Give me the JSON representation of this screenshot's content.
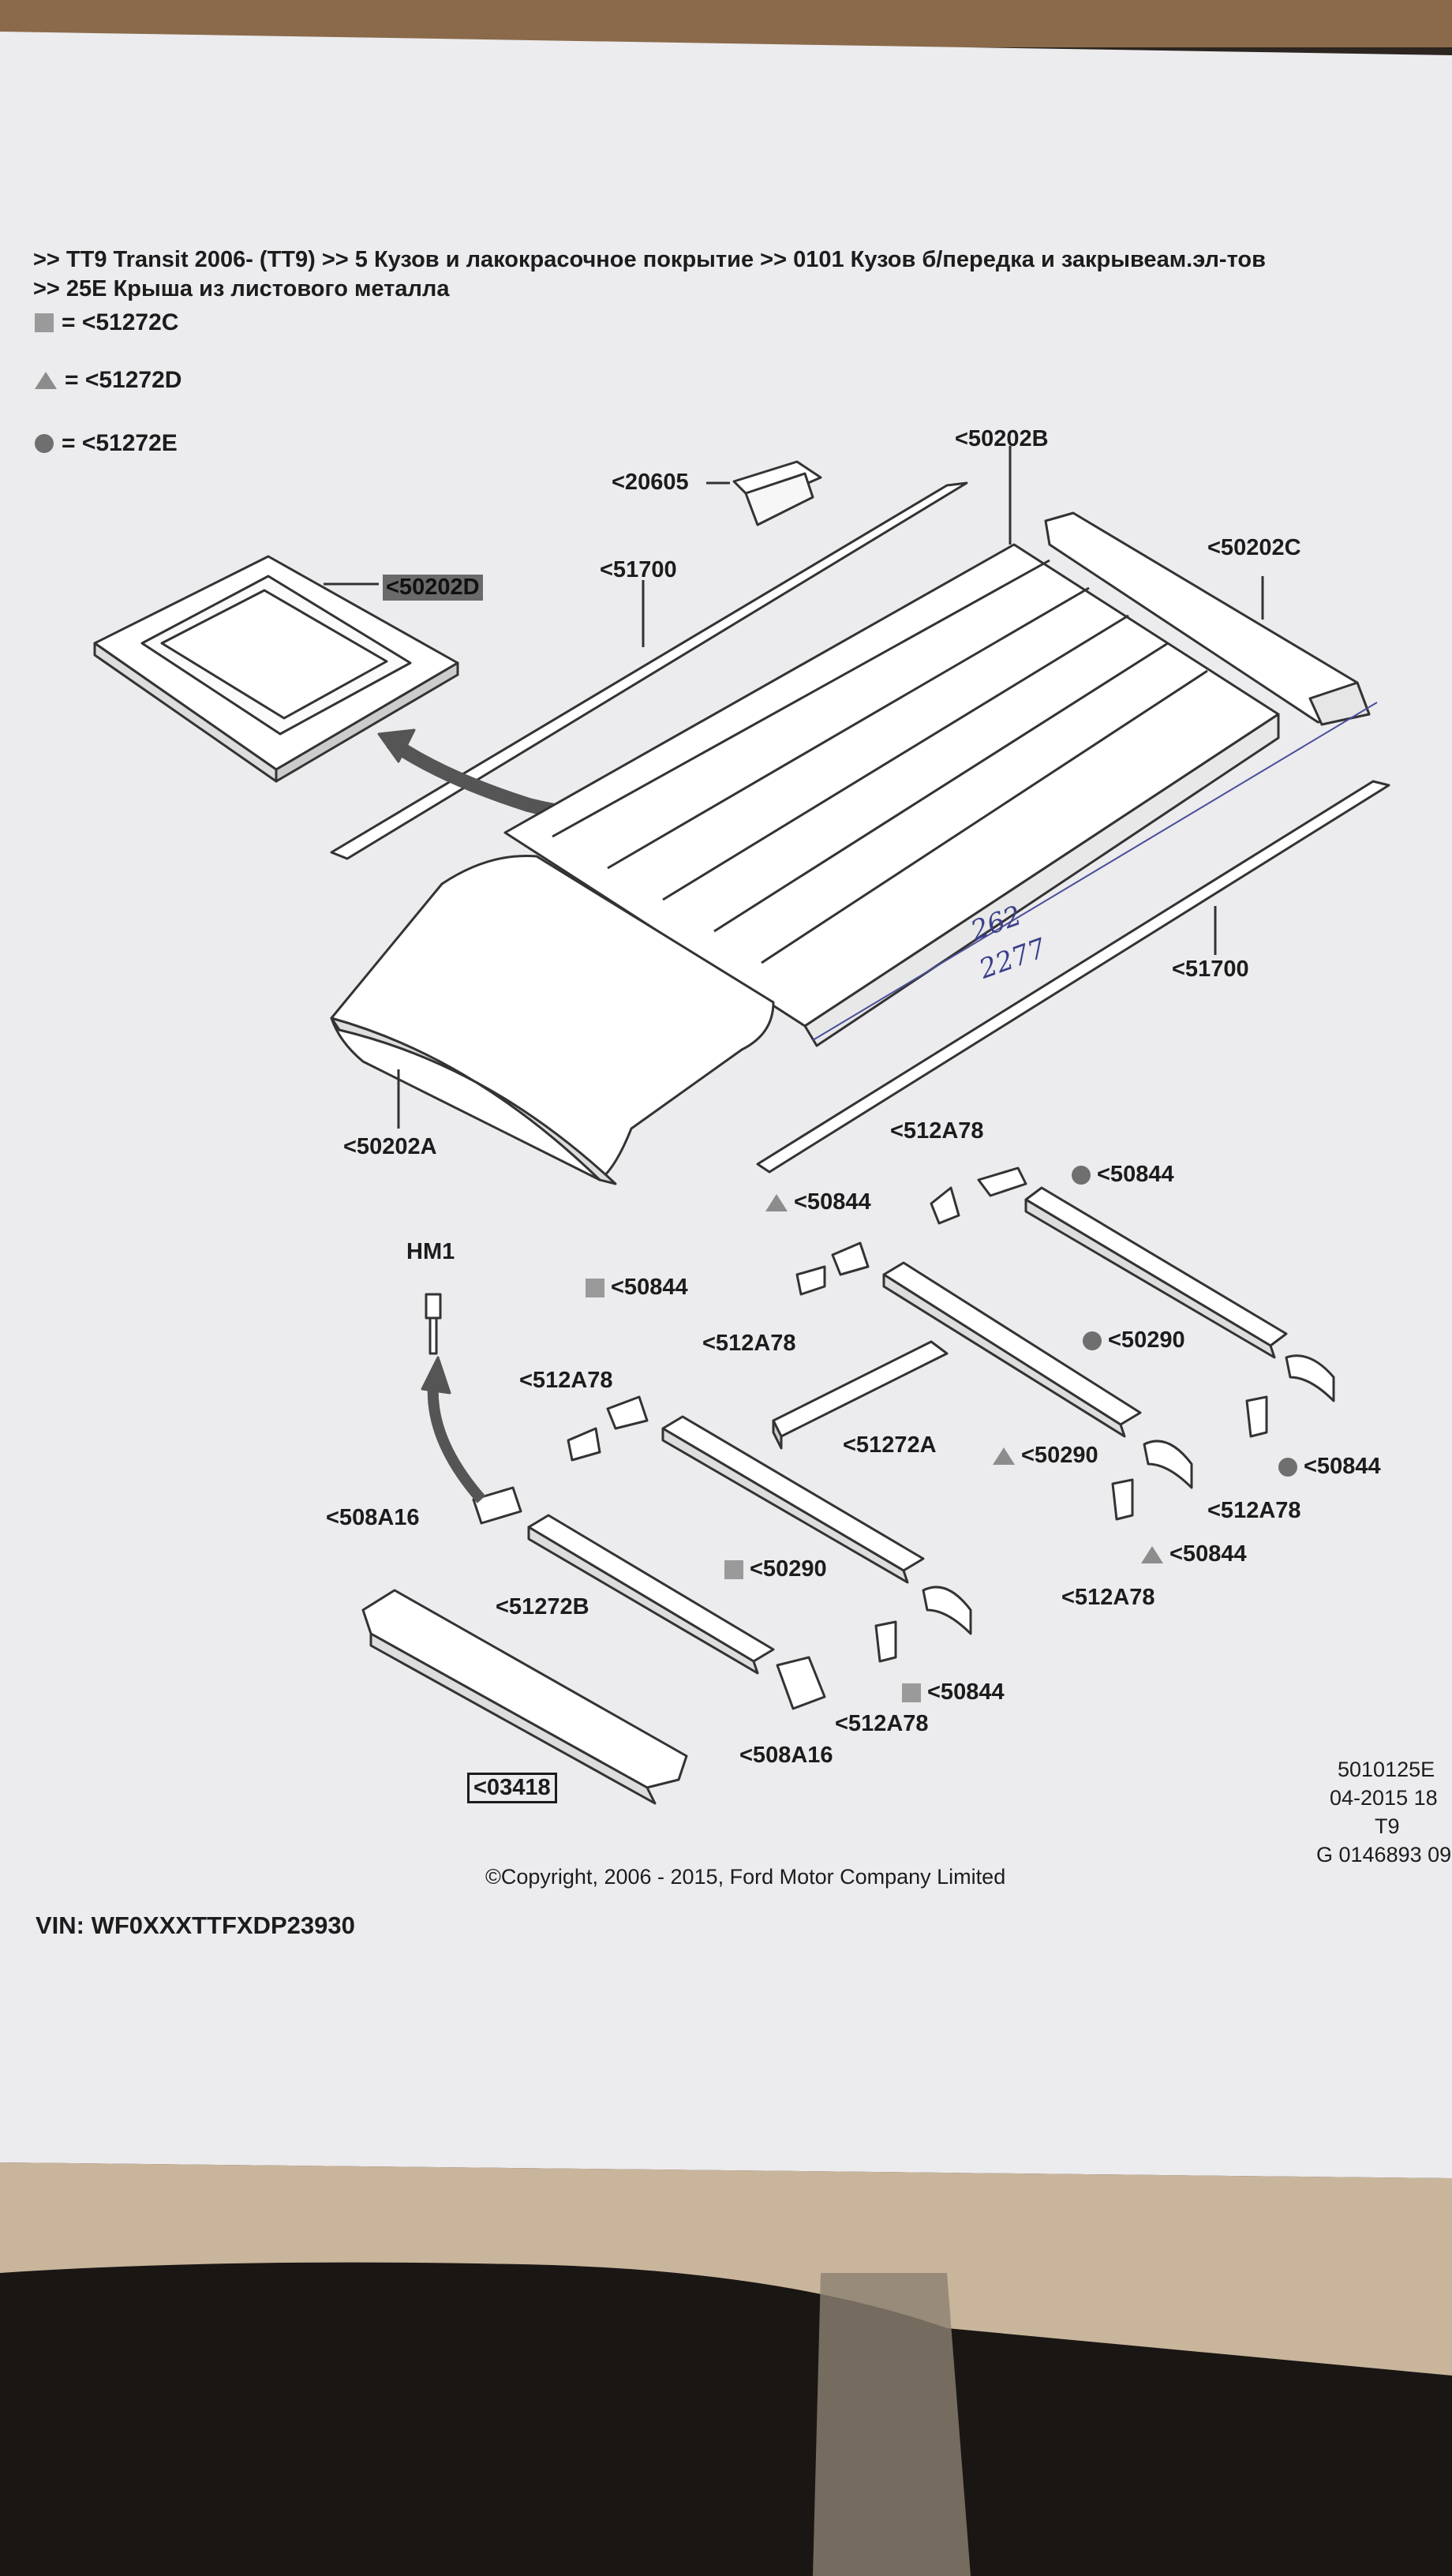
{
  "breadcrumb": {
    "line1": ">> TT9 Transit 2006- (TT9)  >> 5 Кузов и лакокрасочное покрытие >> 0101 Кузов б/передка и закрывеам.эл-тов",
    "line2": ">> 25E Крыша из листового металла"
  },
  "legend": [
    {
      "symbol": "square",
      "text": "= <51272C"
    },
    {
      "symbol": "triangle",
      "text": "= <51272D"
    },
    {
      "symbol": "circle",
      "text": "= <51272E"
    }
  ],
  "parts": {
    "p20605": "<20605",
    "p50202B": "<50202B",
    "p50202C": "<50202C",
    "p50202D": "<50202D",
    "p51700_top": "<51700",
    "p51700_right": "<51700",
    "p50202A": "<50202A",
    "p512A78_1": "<512A78",
    "p50844_1": "<50844",
    "p50844_2": "<50844",
    "p50844_3": "<50844",
    "p512A78_2": "<512A78",
    "p50290_1": "<50290",
    "p512A78_3": "<512A78",
    "p51272A": "<51272A",
    "p50290_2": "<50290",
    "p50844_4": "<50844",
    "p512A78_4": "<512A78",
    "p508A16_1": "<508A16",
    "p50844_5": "<50844",
    "p50290_3": "<50290",
    "p51272B": "<51272B",
    "p512A78_5": "<512A78",
    "p50844_6": "<50844",
    "p512A78_6": "<512A78",
    "p508A16_2": "<508A16",
    "p03418": "<03418",
    "hm1": "HM1"
  },
  "handwriting": {
    "a": "262",
    "b": "2277"
  },
  "doc_info": {
    "code": "5010125E",
    "date": "04-2015 18",
    "model": "T9",
    "ref": "G 0146893 09"
  },
  "copyright": "©Copyright, 2006 - 2015, Ford Motor Company Limited",
  "vin": "VIN: WF0XXXTTFXDP23930"
}
